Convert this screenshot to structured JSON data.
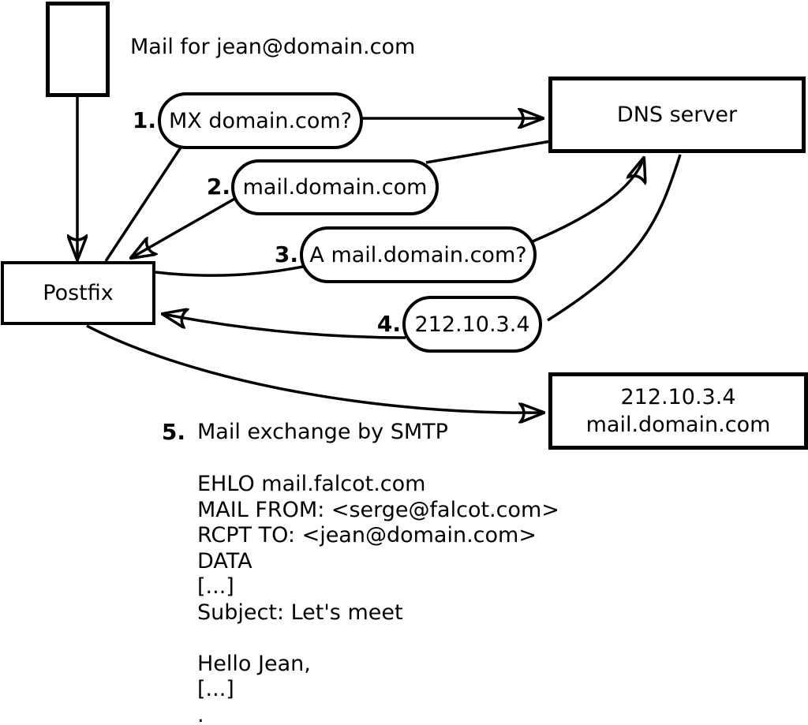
{
  "diagram": {
    "title_note": "Mail for jean@domain.com",
    "nodes": {
      "envelope": "envelope",
      "postfix": "Postfix",
      "dns_server": "DNS server",
      "result_ip": "212.10.3.4",
      "result_host": "mail.domain.com"
    },
    "steps": [
      {
        "num": "1.",
        "label": "MX domain.com?"
      },
      {
        "num": "2.",
        "label": "mail.domain.com"
      },
      {
        "num": "3.",
        "label": "A mail.domain.com?"
      },
      {
        "num": "4.",
        "label": "212.10.3.4"
      },
      {
        "num": "5.",
        "label": "Mail exchange by SMTP"
      }
    ],
    "smtp_transcript": [
      "EHLO mail.falcot.com",
      "MAIL FROM: <serge@falcot.com>",
      "RCPT TO: <jean@domain.com>",
      "DATA",
      "[...]",
      "Subject: Let's meet",
      "",
      "Hello Jean,",
      "[...]",
      "."
    ]
  },
  "colors": {
    "line": "#000000",
    "background": "#ffffff"
  }
}
